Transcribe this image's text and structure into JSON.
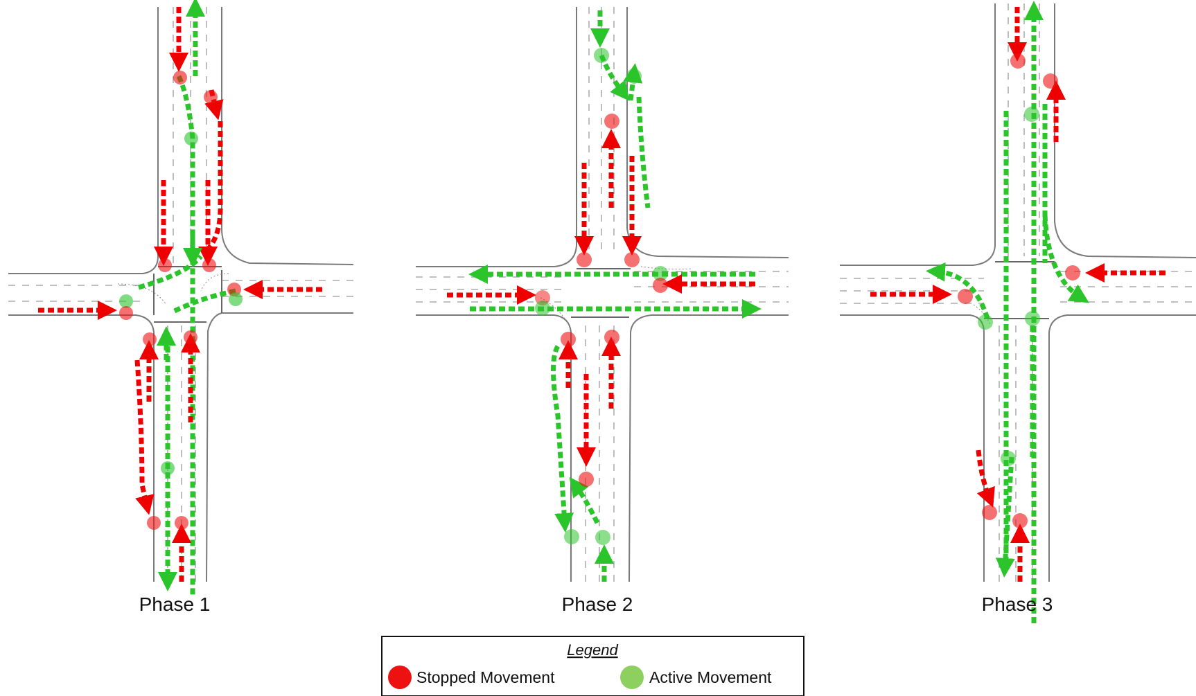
{
  "phases": [
    {
      "label": "Phase 1"
    },
    {
      "label": "Phase 2"
    },
    {
      "label": "Phase 3"
    }
  ],
  "legend": {
    "title": "Legend",
    "items": [
      {
        "label": "Stopped Movement",
        "color": "#ee1111"
      },
      {
        "label": "Active Movement",
        "color": "#8ed060"
      }
    ]
  },
  "colors": {
    "stopped": "#ee0000",
    "active": "#2bc42b"
  }
}
